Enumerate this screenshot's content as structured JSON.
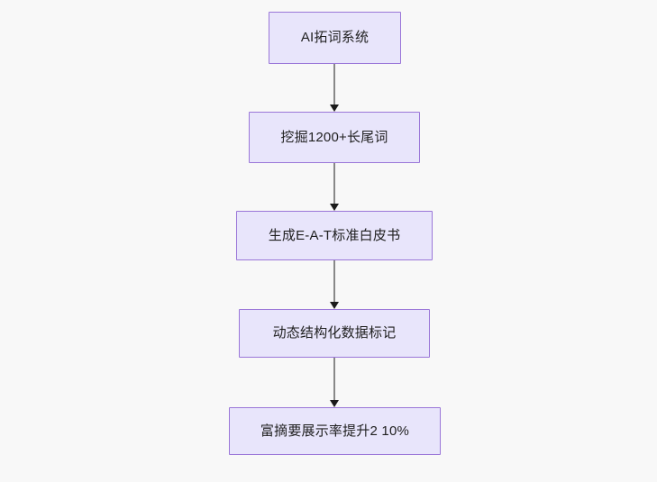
{
  "diagram": {
    "type": "flowchart",
    "direction": "top-to-bottom",
    "background_color": "#f8f8f8",
    "node_fill_color": "#e8e5fb",
    "node_border_color": "#9a76d8",
    "node_text_color": "#1f1f1f",
    "connector_color": "#888888",
    "arrowhead_color": "#1a1a1a",
    "nodes": [
      {
        "id": "n0",
        "label": "AI拓词系统"
      },
      {
        "id": "n1",
        "label": "挖掘1200+长尾词"
      },
      {
        "id": "n2",
        "label": "生成E-A-T标准白皮书"
      },
      {
        "id": "n3",
        "label": "动态结构化数据标记"
      },
      {
        "id": "n4",
        "label": "富摘要展示率提升2 10%"
      }
    ],
    "edges": [
      {
        "from": "n0",
        "to": "n1",
        "label": ""
      },
      {
        "from": "n1",
        "to": "n2",
        "label": ""
      },
      {
        "from": "n2",
        "to": "n3",
        "label": ""
      },
      {
        "from": "n3",
        "to": "n4",
        "label": ""
      }
    ]
  }
}
